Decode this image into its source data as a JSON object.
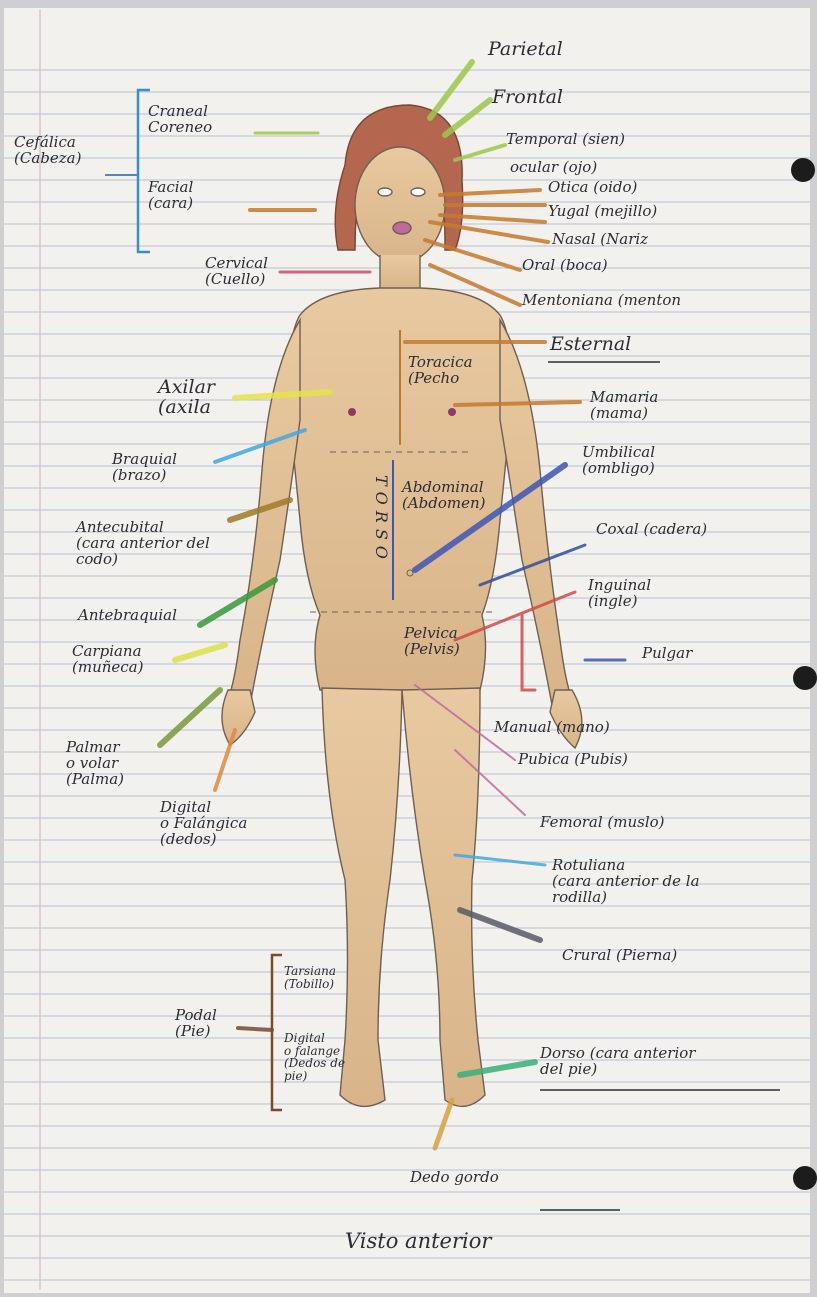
{
  "footer_caption": "Visto anterior",
  "lines": {
    "rule": "#b9bed2",
    "margin": "#d7b9c7",
    "ink": "#2c2c34"
  },
  "labels": {
    "parietal": "Parietal",
    "frontal": "Frontal",
    "craneal": "Craneal\nCoreneo",
    "cefalica": "Cefálica\n(Cabeza)",
    "facial": "Facial\n(cara)",
    "temporal": "Temporal (sien)",
    "ocular": "ocular (ojo)",
    "otica": "Otica (oido)",
    "yugal": "Yugal (mejillo)",
    "nasal": "Nasal (Nariz",
    "oral": "Oral (boca)",
    "cervical": "Cervical\n(Cuello)",
    "mentoniana": "Mentoniana (menton",
    "esternal": "Esternal",
    "toracica": "Toracica\n(Pecho",
    "axilar": "Axilar\n(axila",
    "mamaria": "Mamaria\n(mama)",
    "braquial": "Braquial\n(brazo)",
    "umbilical": "Umbilical\n(ombligo)",
    "abdominal": "Abdominal\n(Abdomen)",
    "torso": "TORSO",
    "antecubital": "Antecubital\n(cara anterior del\ncodo)",
    "coxal": "Coxal (cadera)",
    "antebraquial": "Antebraquial",
    "inguinal": "Inguinal\n(ingle)",
    "carpiana": "Carpiana\n(muñeca)",
    "pelvica": "Pelvica\n(Pelvis)",
    "pulgar": "Pulgar",
    "manual": "Manual (mano)",
    "palmar": "Palmar\no volar\n(Palma)",
    "pubica": "Pubica (Pubis)",
    "digital": "Digital\no Falángica\n(dedos)",
    "femoral": "Femoral (muslo)",
    "rotuliana": "Rotuliana\n(cara anterior de la\nrodilla)",
    "crural": "Crural (Pierna)",
    "tarsiana": "Tarsiana\n(Tobillo)",
    "podal": "Podal\n(Pie)",
    "digital_pie": "Digital\no falange\n(Dedos de\npie)",
    "dorso": "Dorso (cara anterior\ndel pie)",
    "dedo_gordo": "Dedo gordo"
  }
}
